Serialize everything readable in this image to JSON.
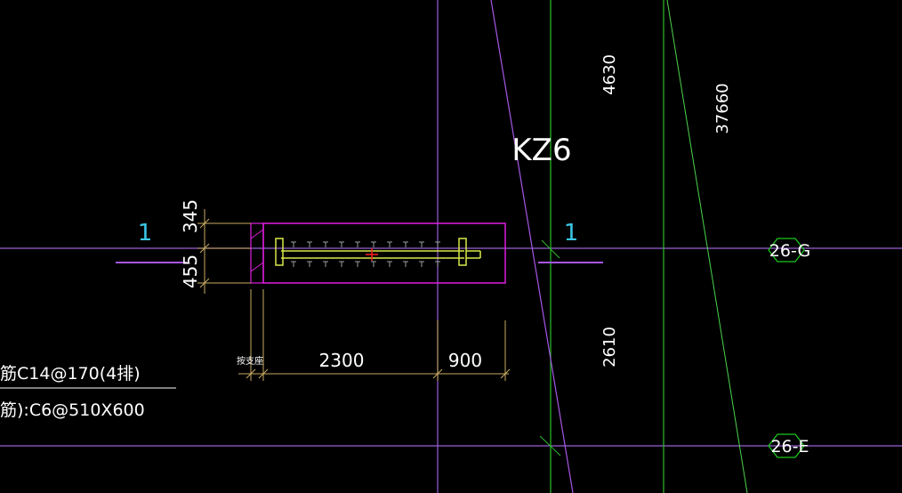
{
  "colors": {
    "background": "#000000",
    "axis": "#9a5fd6",
    "axis_green": "#2bbd2b",
    "section_purple": "#a757e6",
    "outline_magenta": "#e01ee0",
    "dimension": "#c9ad62",
    "rebar_yellow": "#d8e848",
    "text_white": "#ffffff",
    "section_cyan": "#3ac7e6",
    "grid_bubble": "#19c819",
    "insertion_red": "#ff2020",
    "thin_green": "#4cd44c"
  },
  "labels": {
    "column_tag": "KZ6",
    "section_left": "1",
    "section_right": "1",
    "grid_g": "26-G",
    "grid_e": "26-E",
    "dim_top": "4630",
    "dim_total": "37660",
    "dim_lower": "2610",
    "dim_345": "345",
    "dim_455": "455",
    "dim_2300": "2300",
    "dim_900": "900",
    "dim_small": "按支座",
    "rebar_line1": "筋C14@170(4排)",
    "rebar_line2": "筋):C6@510X600"
  }
}
